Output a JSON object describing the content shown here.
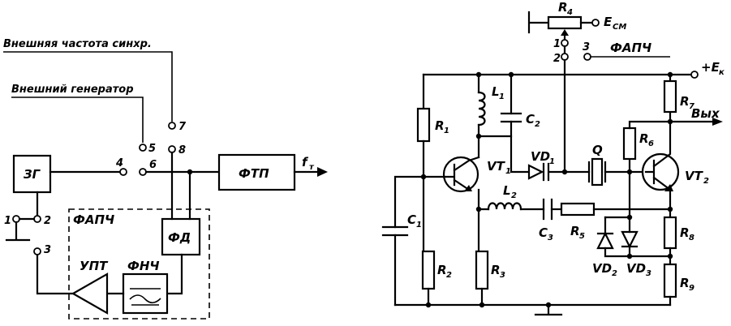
{
  "left": {
    "ext_sync_label": "Внешняя частота синхр.",
    "ext_gen_label": "Внешний генератор",
    "block_zg": "ЗГ",
    "block_ftp": "ФТП",
    "block_fd": "ФД",
    "block_upt": "УПТ",
    "block_fnch": "ФНЧ",
    "block_fapch": "ФАПЧ",
    "output_f": "f",
    "output_f_sub": "т",
    "term_1": "1",
    "term_2": "2",
    "term_3": "3",
    "term_4": "4",
    "term_5": "5",
    "term_6": "6",
    "term_7": "7",
    "term_8": "8"
  },
  "right": {
    "R4": "R",
    "R4_sub": "4",
    "E_cm": "E",
    "E_cm_sub": "СМ",
    "sw_1": "1",
    "sw_2": "2",
    "sw_3": "3",
    "fapch": "ФАПЧ",
    "E_k": "+E",
    "E_k_sub": "к",
    "R1": "R",
    "R1_sub": "1",
    "R2": "R",
    "R2_sub": "2",
    "R3": "R",
    "R3_sub": "3",
    "R5": "R",
    "R5_sub": "5",
    "R6": "R",
    "R6_sub": "6",
    "R7": "R",
    "R7_sub": "7",
    "R8": "R",
    "R8_sub": "8",
    "R9": "R",
    "R9_sub": "9",
    "L1": "L",
    "L1_sub": "1",
    "L2": "L",
    "L2_sub": "2",
    "C1": "C",
    "C1_sub": "1",
    "C2": "C",
    "C2_sub": "2",
    "C3": "C",
    "C3_sub": "3",
    "VT1": "VT",
    "VT1_sub": "1",
    "VT2": "VT",
    "VT2_sub": "2",
    "VD1": "VD",
    "VD1_sub": "1",
    "VD2": "VD",
    "VD2_sub": "2",
    "VD3": "VD",
    "VD3_sub": "3",
    "Q": "Q",
    "out": "Вых"
  }
}
